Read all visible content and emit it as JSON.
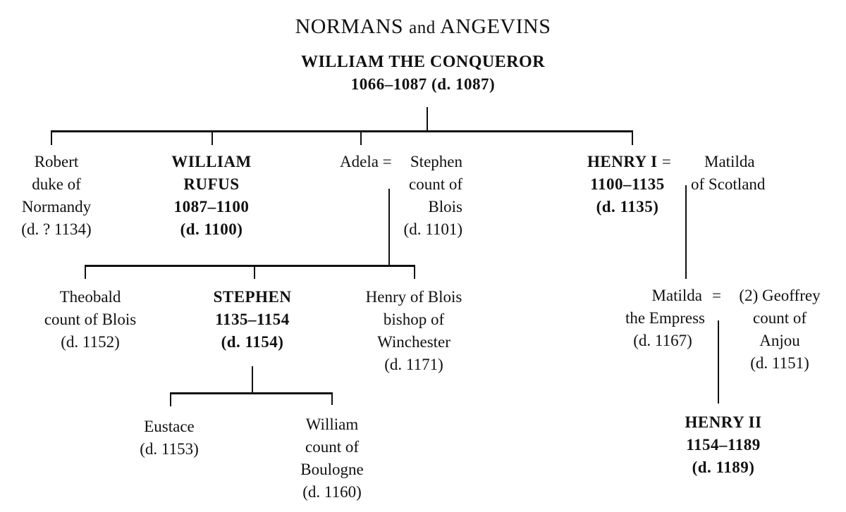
{
  "title": {
    "main": "NORMANS",
    "connector": "and",
    "end": "ANGEVINS"
  },
  "root": {
    "name": "WILLIAM THE CONQUEROR",
    "reign": "1066–1087 (d. 1087)"
  },
  "generation1": {
    "robert": {
      "lines": [
        "Robert",
        "duke of",
        "Normandy",
        "(d. ? 1134)"
      ]
    },
    "william_rufus": {
      "lines": [
        "WILLIAM",
        "RUFUS",
        "1087–1100",
        "(d. 1100)"
      ]
    },
    "adela": {
      "name": "Adela",
      "marriage_sign": "="
    },
    "stephen_blois": {
      "lines": [
        "Stephen",
        "count of",
        "Blois",
        "(d. 1101)"
      ]
    },
    "henry_i": {
      "lines": [
        "HENRY I",
        "1100–1135",
        "(d. 1135)"
      ],
      "marriage_sign": "="
    },
    "matilda_scotland": {
      "lines": [
        "Matilda",
        "of Scotland"
      ]
    }
  },
  "generation2": {
    "theobald": {
      "lines": [
        "Theobald",
        "count of Blois",
        "(d. 1152)"
      ]
    },
    "stephen": {
      "lines": [
        "STEPHEN",
        "1135–1154",
        "(d. 1154)"
      ]
    },
    "henry_blois": {
      "lines": [
        "Henry of Blois",
        "bishop of",
        "Winchester",
        "(d. 1171)"
      ]
    },
    "matilda_empress": {
      "lines": [
        "Matilda",
        "the Empress",
        "(d. 1167)"
      ]
    },
    "marriage_sign": "=",
    "geoffrey": {
      "lines": [
        "(2) Geoffrey",
        "count of",
        "Anjou",
        "(d. 1151)"
      ]
    }
  },
  "generation3": {
    "eustace": {
      "lines": [
        "Eustace",
        "(d. 1153)"
      ]
    },
    "william_boulogne": {
      "lines": [
        "William",
        "count of",
        "Boulogne",
        "(d. 1160)"
      ]
    },
    "henry_ii": {
      "lines": [
        "HENRY II",
        "1154–1189",
        "(d. 1189)"
      ]
    }
  }
}
